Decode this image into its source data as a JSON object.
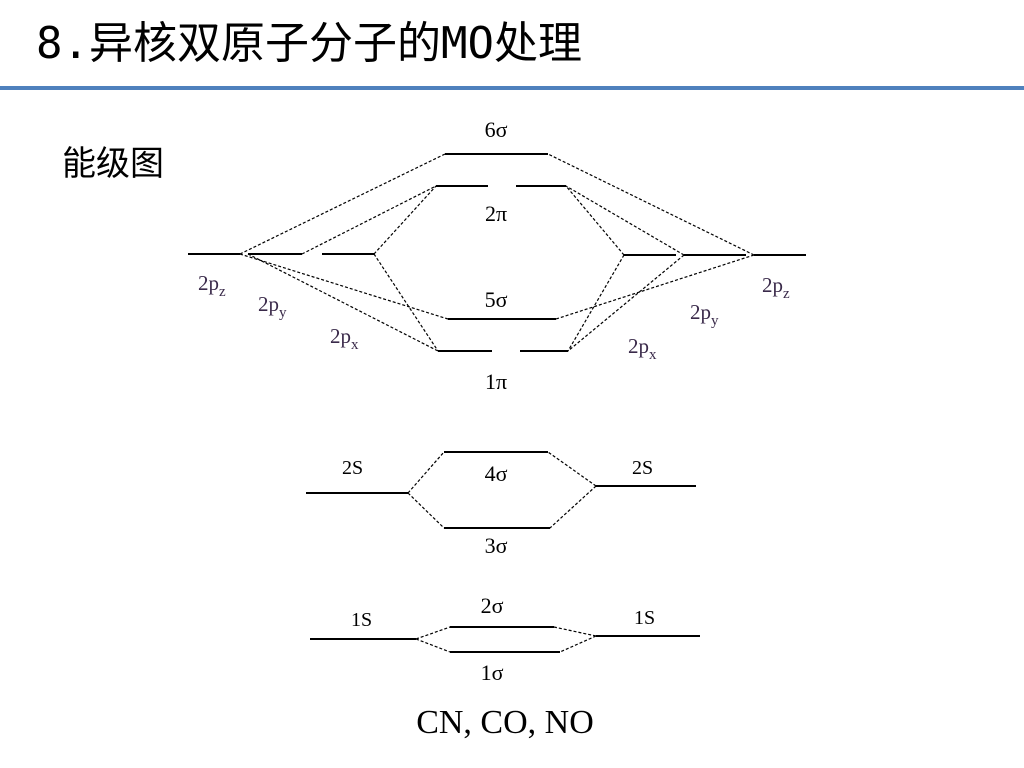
{
  "slide": {
    "title": "8.异核双原子分子的MO处理",
    "subtitle": "能级图",
    "caption": "CN, CO, NO"
  },
  "colors": {
    "rule": "#4f81bd",
    "ink": "#000000",
    "ao_label": "#3a2a4a"
  },
  "diagram": {
    "mo_labels": {
      "s6": "6σ",
      "pi2": "2π",
      "s5": "5σ",
      "pi1": "1π",
      "s4": "4σ",
      "s3": "3σ",
      "s2": "2σ",
      "s1": "1σ"
    },
    "left_ao_labels": {
      "pz": "2p",
      "pz_sub": "z",
      "py": "2p",
      "py_sub": "y",
      "px": "2p",
      "px_sub": "x",
      "s2": "2S",
      "s1": "1S"
    },
    "right_ao_labels": {
      "pz": "2p",
      "pz_sub": "z",
      "py": "2p",
      "py_sub": "y",
      "px": "2p",
      "px_sub": "x",
      "s2": "2S",
      "s1": "1S"
    }
  }
}
